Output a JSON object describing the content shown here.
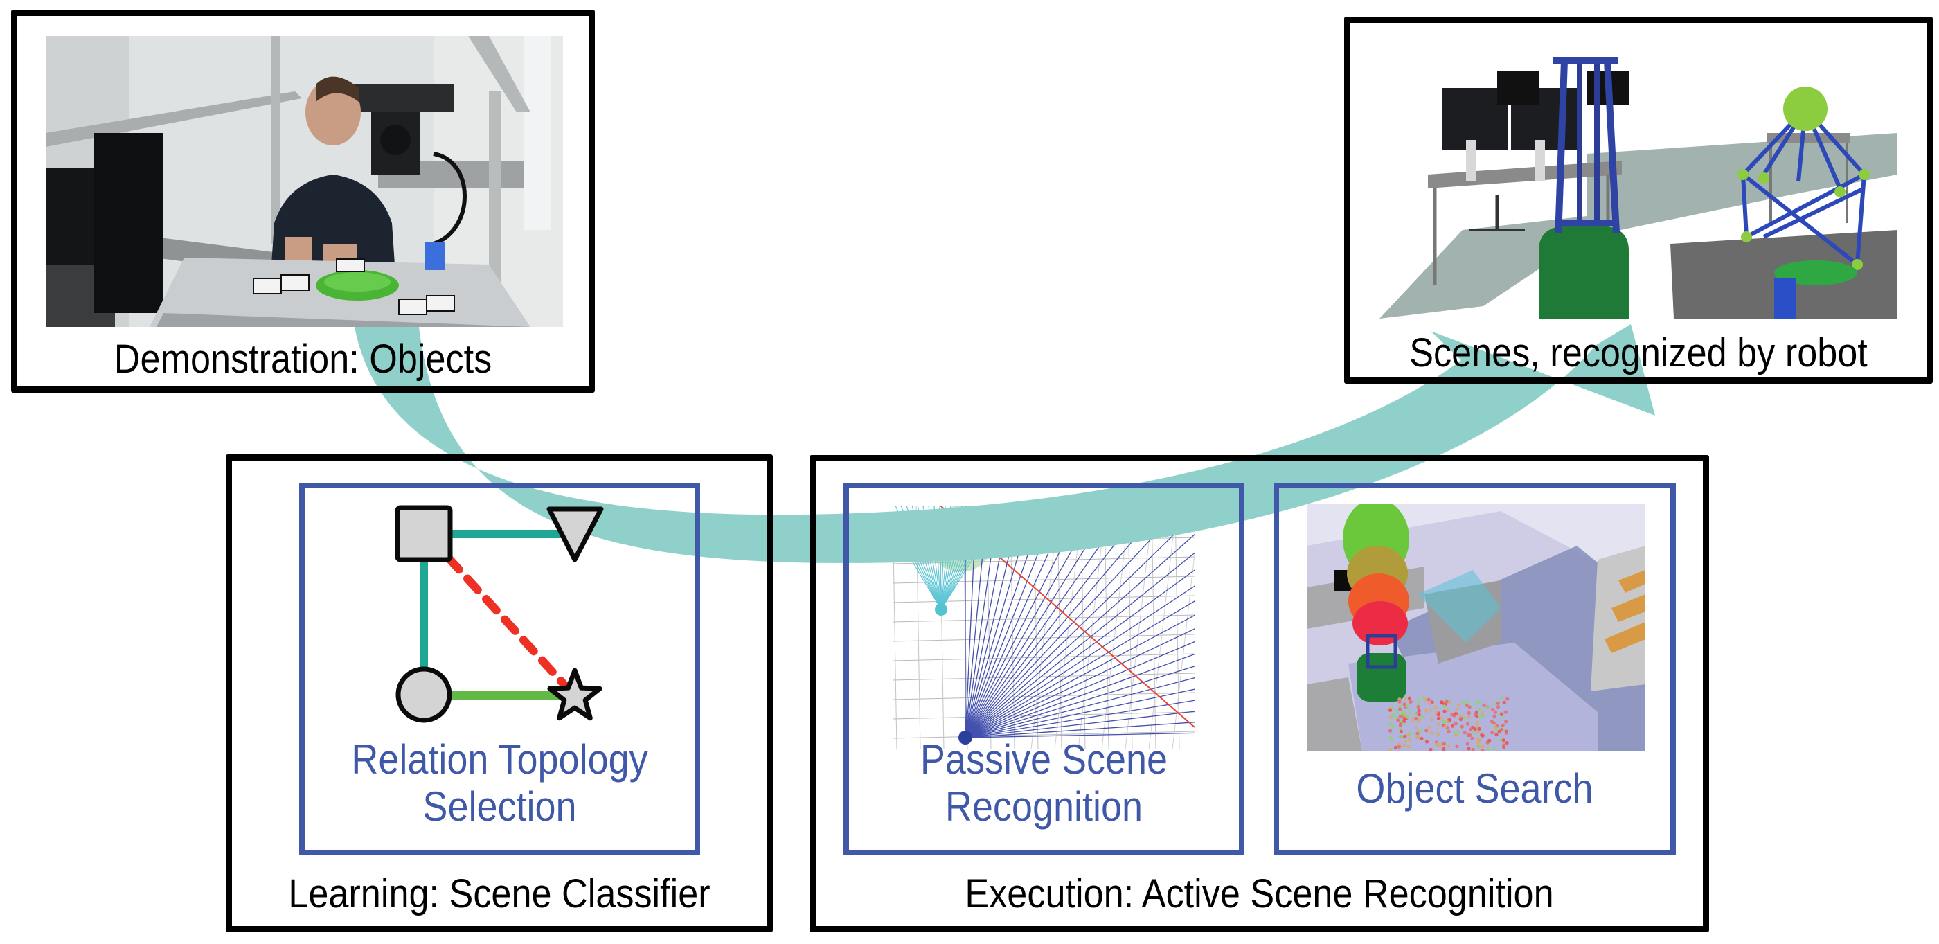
{
  "figure": {
    "panels": {
      "demonstration": {
        "caption": "Demonstration: Objects",
        "image_alt": "Person placing marker-tagged objects (plate, cup, cutlery) on a glass table under a sensor rig"
      },
      "recognized": {
        "caption": "Scenes, recognized by robot",
        "image_alt": "3D robot model near a table with a recognized scene graph of objects"
      },
      "learning": {
        "caption": "Learning: Scene Classifier",
        "subpanel": {
          "title_line1": "Relation Topology",
          "title_line2": "Selection",
          "nodes": [
            "square",
            "triangle",
            "circle",
            "star"
          ],
          "edges": [
            {
              "from": "square",
              "to": "triangle",
              "style": "solid",
              "color": "#1fa795"
            },
            {
              "from": "square",
              "to": "circle",
              "style": "solid",
              "color": "#1fa795"
            },
            {
              "from": "circle",
              "to": "star",
              "style": "solid",
              "color": "#63b945"
            },
            {
              "from": "square",
              "to": "star",
              "style": "dashed",
              "color": "#ee3124"
            }
          ]
        }
      },
      "execution": {
        "caption": "Execution: Active Scene Recognition",
        "subpanels": [
          {
            "title_line1": "Passive Scene",
            "title_line2": "Recognition",
            "image_alt": "Ray visualization of scene model voting"
          },
          {
            "title_line1": "Object Search",
            "title_line2": "",
            "image_alt": "Robot with view-frustum spheres and pose sample cloud"
          }
        ]
      }
    },
    "colors": {
      "frame": "#000000",
      "subpanel_frame": "#3f58a8",
      "subpanel_text": "#3f58a8",
      "arrow": "#8fd1ca",
      "node_fill": "#d4d4d4"
    }
  }
}
